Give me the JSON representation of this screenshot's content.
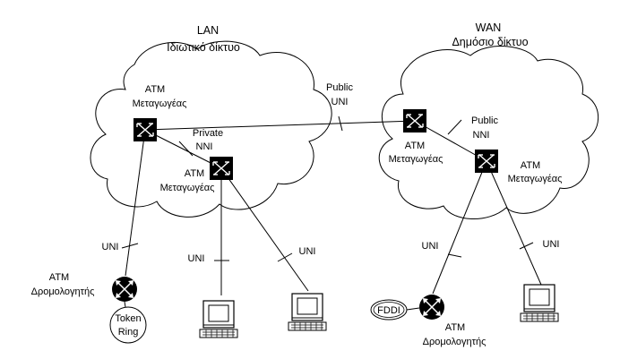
{
  "lan": {
    "title": "LAN",
    "subtitle": "Ιδιωτικό δίκτυο"
  },
  "wan": {
    "title": "WAN",
    "subtitle": "Δημόσιο δίκτυο"
  },
  "switch_label": [
    "ATM",
    "Μεταγωγέας"
  ],
  "router_label": [
    "ATM",
    "Δρομολογητής"
  ],
  "public_uni": [
    "Public",
    "UNI"
  ],
  "private_nni": [
    "Private",
    "NNI"
  ],
  "public_nni": [
    "Public",
    "NNI"
  ],
  "uni": "UNI",
  "token_ring": [
    "Token",
    "Ring"
  ],
  "fddi": "FDDI",
  "colors": {
    "stroke": "#000000",
    "background": "#ffffff"
  }
}
